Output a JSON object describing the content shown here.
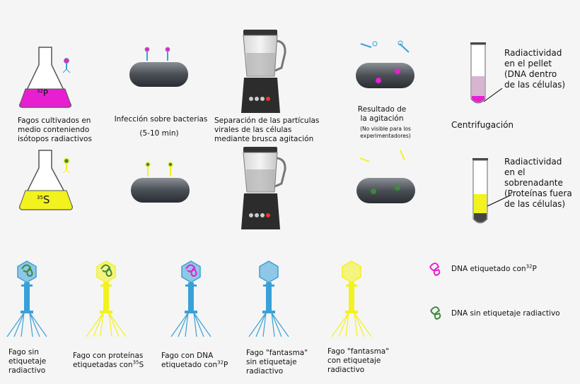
{
  "steps": {
    "culture": {
      "label": "Fagos cultivados en medio conteniendo isótopos radiactivos",
      "isotope_p": "32",
      "isotope_p_letter": "P",
      "isotope_s": "35",
      "isotope_s_letter": "S"
    },
    "infection": {
      "label": "Infección sobre bacterias",
      "time": "(5-10 min)"
    },
    "separation": {
      "label": "Separación de las partículas virales de las células mediante brusca agitación"
    },
    "result": {
      "label": "Resultado de la agitación",
      "note": "(No visible para los experimentadores)"
    },
    "centrifuge": {
      "label": "Centrifugación"
    }
  },
  "tubes": {
    "pellet_label": "Radiactividad en el pellet (DNA dentro de las células)",
    "supernatant_label": "Radiactividad en el sobrenadante (Proteínas fuera de las células)"
  },
  "legend": {
    "labeled_dna_prefix": "DNA etiquetado con",
    "labeled_dna_sup": "32",
    "labeled_dna_suffix": "P",
    "unlabeled_dna": "DNA sin etiquetaje radiactivo"
  },
  "phages": {
    "unlabeled": "Fago sin etiquetaje radiactivo",
    "protein_prefix": "Fago con proteínas etiquetadas con",
    "protein_sup": "35",
    "protein_suffix": "S",
    "dna_prefix": "Fago con DNA etiquetado con",
    "dna_sup": "32",
    "dna_suffix": "P",
    "ghost_unlabeled": "Fago \"fantasma\" sin etiquetaje radiactivo",
    "ghost_labeled": "Fago \"fantasma\" con etiquetaje radiactivo"
  },
  "colors": {
    "p32": "#e81fd0",
    "s35": "#f2f21e",
    "unlabeled": "#3aa0d8",
    "dna_unlabeled": "#3c8a3c",
    "bacteria": "#4a4f55"
  }
}
